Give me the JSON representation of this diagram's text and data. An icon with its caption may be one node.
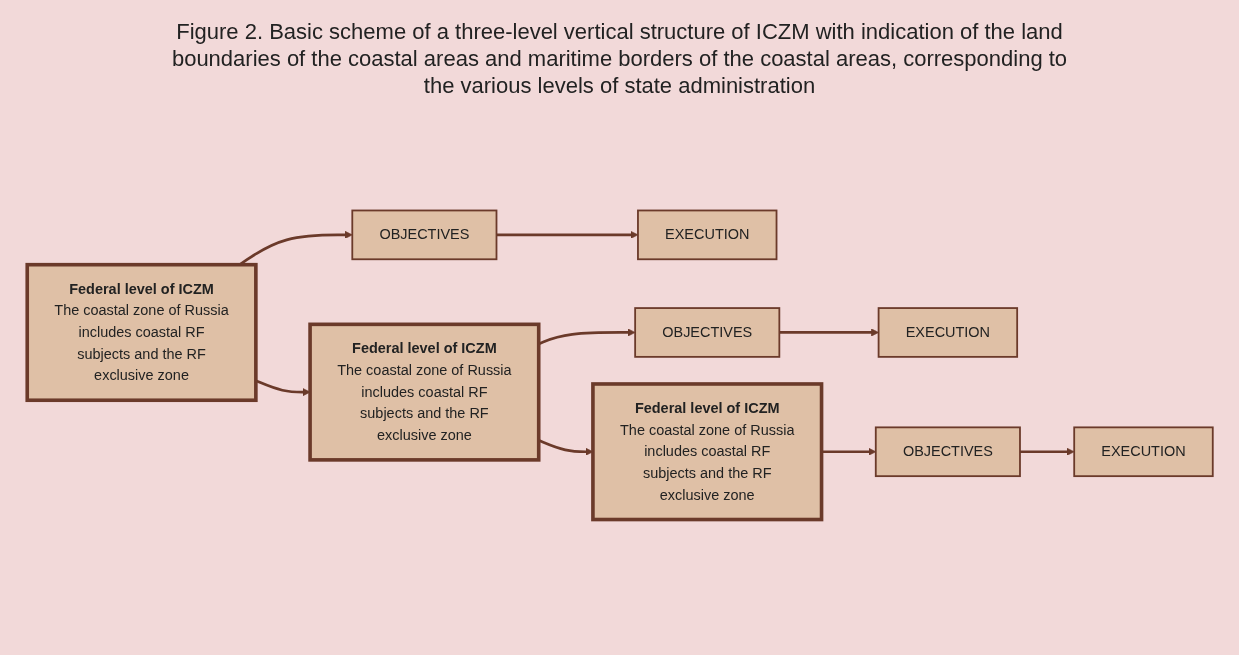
{
  "diagram": {
    "title": "Figure 2. Basic scheme of a three-level vertical structure of ICZM with indication of the land boundaries of the coastal areas and maritime borders of the coastal areas, corresponding to the various levels of state administration",
    "nodes": [
      {
        "text": [
          "Federal level of ICZM",
          "The coastal zone of Russia includes coastal RF subjects and the RF exclusive zone"
        ]
      },
      {
        "text": [
          "OBJECTIVES"
        ]
      },
      {
        "text": [
          "EXECUTION"
        ]
      },
      {
        "text": [
          "Federal level of ICZM",
          "The coastal zone of Russia includes coastal RF subjects and the RF exclusive zone"
        ]
      },
      {
        "text": [
          "OBJECTIVES"
        ]
      },
      {
        "text": [
          "EXECUTION"
        ]
      },
      {
        "text": [
          "Federal level of ICZM",
          "The coastal zone of Russia includes coastal RF subjects and the RF exclusive zone"
        ]
      },
      {
        "text": [
          "OBJECTIVES"
        ]
      },
      {
        "text": [
          "EXECUTION"
        ]
      }
    ],
    "edges": [
      {
        "from": 0,
        "to": 1,
        "arrow": "to"
      },
      {
        "from": 1,
        "to": 2,
        "arrow": "to"
      },
      {
        "from": 0,
        "to": 3,
        "arrow": "to"
      },
      {
        "from": 3,
        "to": 4,
        "arrow": "to"
      },
      {
        "from": 4,
        "to": 5,
        "arrow": "to"
      },
      {
        "from": 3,
        "to": 6,
        "arrow": "to"
      },
      {
        "from": 6,
        "to": 7,
        "arrow": "to"
      },
      {
        "from": 7,
        "to": 8,
        "arrow": "to"
      }
    ]
  }
}
